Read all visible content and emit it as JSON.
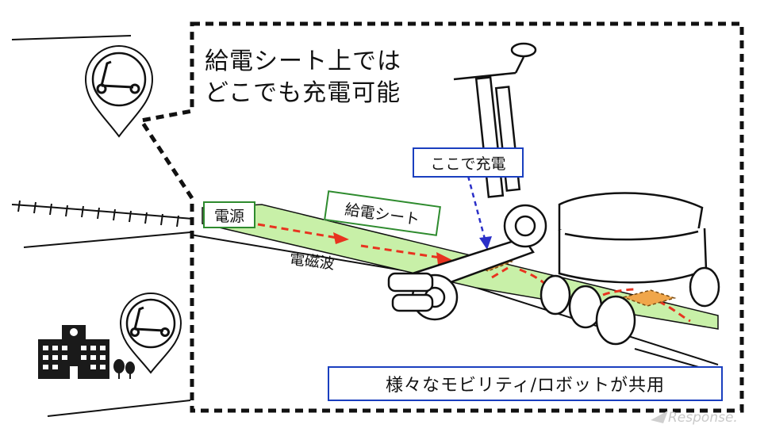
{
  "headline": {
    "line1": "給電シート上では",
    "line2": "どこでも充電可能"
  },
  "labels": {
    "power_source": "電源",
    "power_sheet": "給電シート",
    "charge_here": "ここで充電",
    "electromagnetic_wave": "電磁波",
    "shared_use": "様々なモビリティ/ロボットが共用"
  },
  "watermark": "Response.",
  "icons": [
    "scooter-pin-icon",
    "scooter-pin-icon",
    "school-building-icon",
    "tree-icon"
  ],
  "colors": {
    "sheet_fill": "#c8f0a8",
    "arrow_red": "#e8331f",
    "pad_orange": "#f0a64a",
    "label_blue_border": "#1a3fbf",
    "label_green_border": "#2e8b2e",
    "dashed_arrow_blue": "#2a2fc8"
  }
}
